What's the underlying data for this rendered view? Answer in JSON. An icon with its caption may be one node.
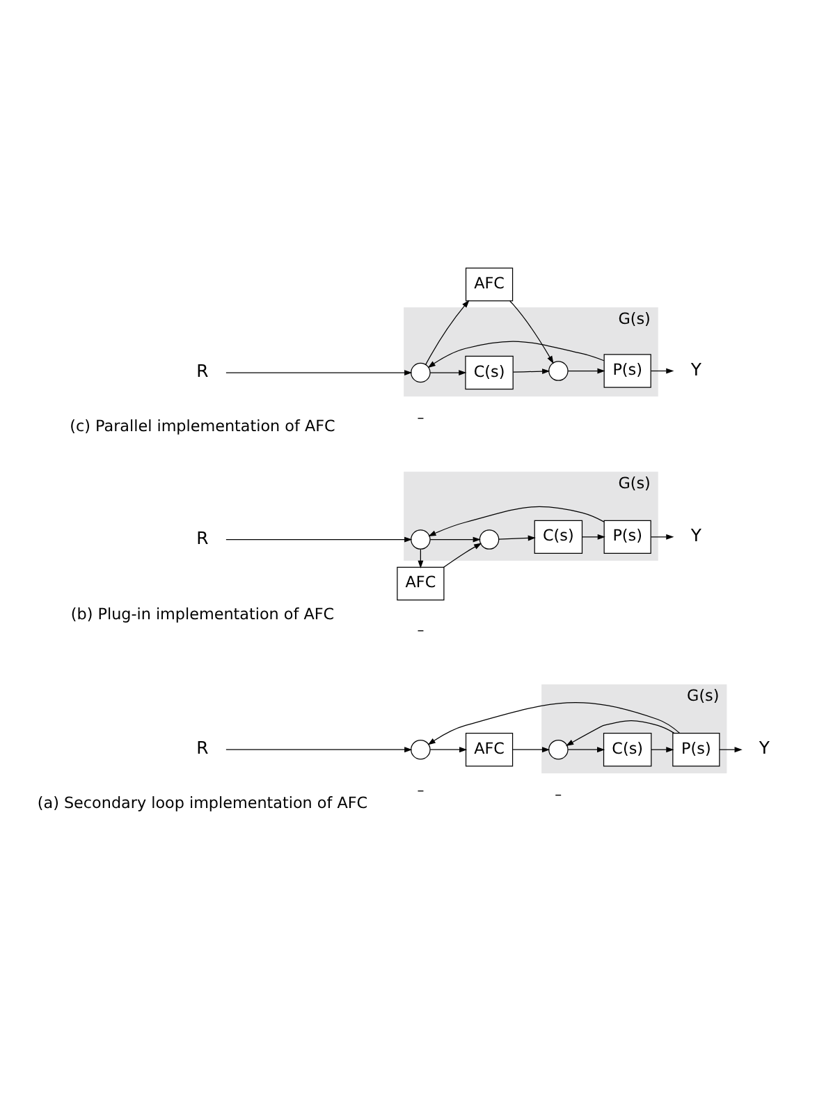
{
  "diagram": {
    "nodes": [
      {
        "text": [
          "R"
        ]
      },
      {
        "text": [],
        "shape": "circle"
      },
      {
        "text": [
          "AFC"
        ]
      },
      {
        "text": [
          "G(s)"
        ]
      },
      {
        "text": [],
        "shape": "circle",
        "in": 3
      },
      {
        "text": [
          "C(s)"
        ],
        "in": 3
      },
      {
        "text": [
          "P(s)"
        ],
        "in": 3
      },
      {
        "text": [
          "Y"
        ]
      },
      {
        "text": [
          "R"
        ]
      },
      {
        "text": [
          "AFC"
        ]
      },
      {
        "text": [
          "G(s)"
        ]
      },
      {
        "text": [],
        "shape": "circle",
        "in": 10
      },
      {
        "text": [],
        "shape": "circle",
        "in": 10
      },
      {
        "text": [
          "C(s)"
        ],
        "in": 10
      },
      {
        "text": [
          "P(s)"
        ],
        "in": 10
      },
      {
        "text": [
          "Y"
        ]
      },
      {
        "text": [
          "AFC"
        ]
      },
      {
        "text": [
          "R"
        ]
      },
      {
        "text": [
          "G(s)"
        ]
      },
      {
        "text": [],
        "shape": "circle",
        "in": 18
      },
      {
        "text": [
          "C(s)"
        ],
        "in": 18
      },
      {
        "text": [],
        "shape": "circle",
        "in": 18
      },
      {
        "text": [
          "P(s)"
        ],
        "in": 18
      },
      {
        "text": [
          "Y"
        ]
      }
    ],
    "edges": [
      {
        "from": 0,
        "to": 1,
        "arrow": "to"
      },
      {
        "from": 1,
        "to": 2,
        "arrow": "to"
      },
      {
        "from": 2,
        "to": 4,
        "arrow": "to"
      },
      {
        "from": 4,
        "to": 5,
        "arrow": "to"
      },
      {
        "from": 5,
        "to": 6,
        "arrow": "to"
      },
      {
        "from": 6,
        "to": 7,
        "arrow": "to"
      },
      {
        "from": 6,
        "to": 4,
        "arrow": "to"
      },
      {
        "from": 6,
        "to": 1,
        "arrow": "to"
      },
      {
        "from": 8,
        "to": 11,
        "arrow": "to"
      },
      {
        "from": 11,
        "to": 12,
        "arrow": "to"
      },
      {
        "from": 11,
        "to": 9,
        "arrow": "to"
      },
      {
        "from": 9,
        "to": 12,
        "arrow": "to"
      },
      {
        "from": 12,
        "to": 13,
        "arrow": "to"
      },
      {
        "from": 13,
        "to": 14,
        "arrow": "to"
      },
      {
        "from": 14,
        "to": 15,
        "arrow": "to"
      },
      {
        "from": 14,
        "to": 11,
        "arrow": "to"
      },
      {
        "from": 17,
        "to": 19,
        "arrow": "to"
      },
      {
        "from": 19,
        "to": 20,
        "arrow": "to"
      },
      {
        "from": 19,
        "to": 16,
        "arrow": "to"
      },
      {
        "from": 16,
        "to": 21,
        "arrow": "to"
      },
      {
        "from": 20,
        "to": 21,
        "arrow": "to"
      },
      {
        "from": 21,
        "to": 22,
        "arrow": "to"
      },
      {
        "from": 22,
        "to": 23,
        "arrow": "to"
      },
      {
        "from": 22,
        "to": 19,
        "arrow": "to"
      }
    ],
    "labels": [
      "–",
      "–",
      "(a) Secondary loop implementation of AFC",
      "–",
      "(b) Plug-in implementation of AFC",
      "–",
      "(c) Parallel implementation of AFC"
    ]
  }
}
